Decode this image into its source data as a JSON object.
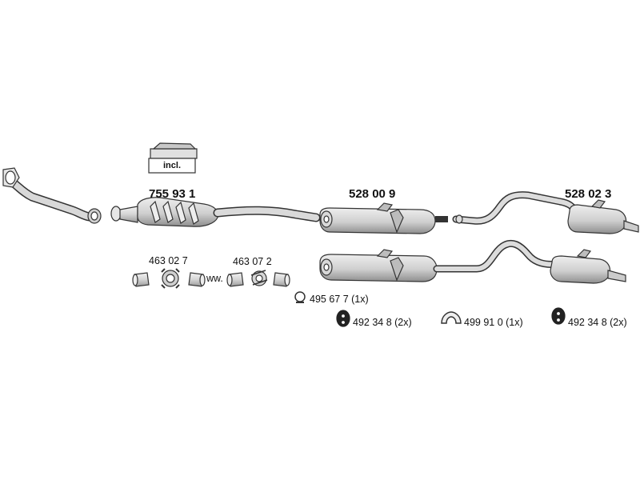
{
  "main_parts": {
    "catalyst": "755 93 1",
    "front_silencer": "528 00 9",
    "rear_silencer": "528 02 3"
  },
  "included_badge": "incl.",
  "clamp_set_1": "463 02 7",
  "clamp_set_2": "463 07 2",
  "connector_text": "ww.",
  "accessories": {
    "clamp": "495 67 7 (1x)",
    "mount_left": "492 34 8 (2x)",
    "ring": "499 91 0 (1x)",
    "mount_right": "492 34 8 (2x)"
  },
  "colors": {
    "line": "#333333",
    "fill": "#dcdcdc",
    "shade": "#b8b8b8"
  }
}
